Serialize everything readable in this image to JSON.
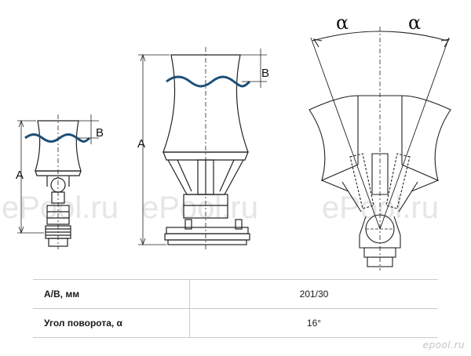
{
  "labels": {
    "dim_a": "A",
    "dim_b": "B",
    "angle": "α"
  },
  "watermark": "ePool.ru",
  "specs": [
    {
      "label": "A/B, мм",
      "value": "201/30"
    },
    {
      "label": "Угол поворота, α",
      "value": "16°"
    }
  ],
  "brand": "epool.ru"
}
